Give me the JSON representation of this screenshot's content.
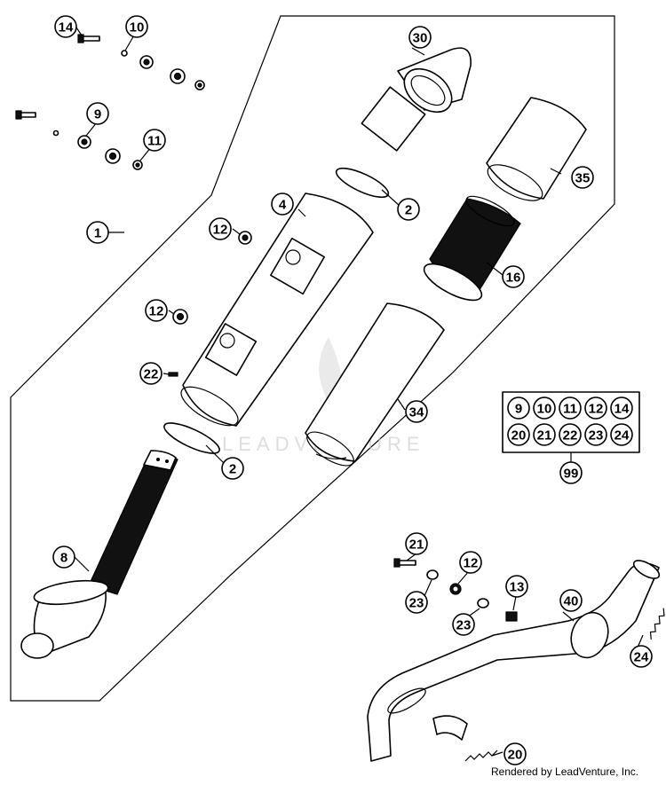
{
  "callouts": {
    "c1": "1",
    "c2a": "2",
    "c2b": "2",
    "c4": "4",
    "c8": "8",
    "c9": "9",
    "c10": "10",
    "c11": "11",
    "c12a": "12",
    "c12b": "12",
    "c12c": "12",
    "c13": "13",
    "c14": "14",
    "c16": "16",
    "c20": "20",
    "c21": "21",
    "c22": "22",
    "c23a": "23",
    "c23b": "23",
    "c24": "24",
    "c30": "30",
    "c34": "34",
    "c35": "35",
    "c40": "40",
    "c99": "99"
  },
  "kit_box": {
    "row1": [
      "9",
      "10",
      "11",
      "12",
      "14"
    ],
    "row2": [
      "20",
      "21",
      "22",
      "23",
      "24"
    ]
  },
  "watermark": "LEADVENTURE",
  "credit": "Rendered by LeadVenture, Inc."
}
